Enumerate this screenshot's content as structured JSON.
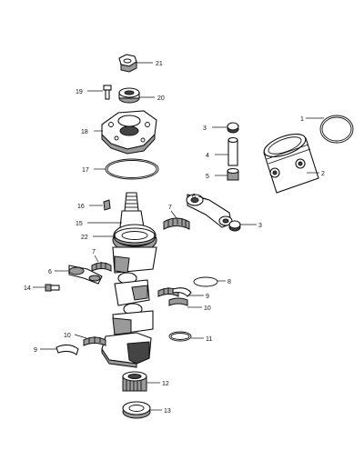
{
  "parts": {
    "p1": "1",
    "p2": "2",
    "p3a": "3",
    "p3b": "3",
    "p4": "4",
    "p5": "5",
    "p6a": "6",
    "p6b": "6",
    "p7a": "7",
    "p7b": "7",
    "p8": "8",
    "p9a": "9",
    "p9b": "9",
    "p10a": "10",
    "p10b": "10",
    "p11": "11",
    "p12": "12",
    "p13": "13",
    "p14": "14",
    "p15": "15",
    "p16": "16",
    "p17": "17",
    "p18": "18",
    "p19": "19",
    "p20": "20",
    "p21": "21",
    "p22": "22"
  }
}
